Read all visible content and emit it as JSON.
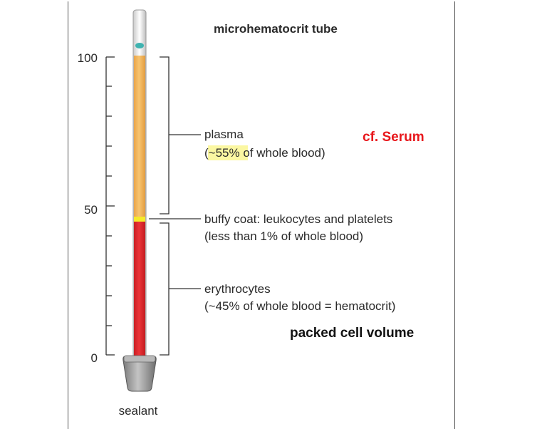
{
  "title": "microhematocrit tube",
  "scale": {
    "ticks": [
      {
        "value": "100"
      },
      {
        "value": "50"
      },
      {
        "value": "0"
      }
    ]
  },
  "plasma": {
    "label": "plasma",
    "pct": "~55%",
    "rest": " of whole blood)",
    "open": "("
  },
  "buffy": {
    "line1": "buffy coat: leukocytes and platelets",
    "line2": "(less than 1% of whole blood)"
  },
  "erythro": {
    "line1": "erythrocytes",
    "line2": "(~45% of whole blood = hematocrit)"
  },
  "serum_note": "cf. Serum",
  "pcv_note": "packed cell volume",
  "sealant": "sealant",
  "colors": {
    "plasma": "#f2b457",
    "buffy": "#f5ea2a",
    "erythrocytes": "#e02a2e",
    "serum_note": "#e8171c",
    "highlight": "#fbf7a2",
    "sealant": "#9a9a9a"
  }
}
